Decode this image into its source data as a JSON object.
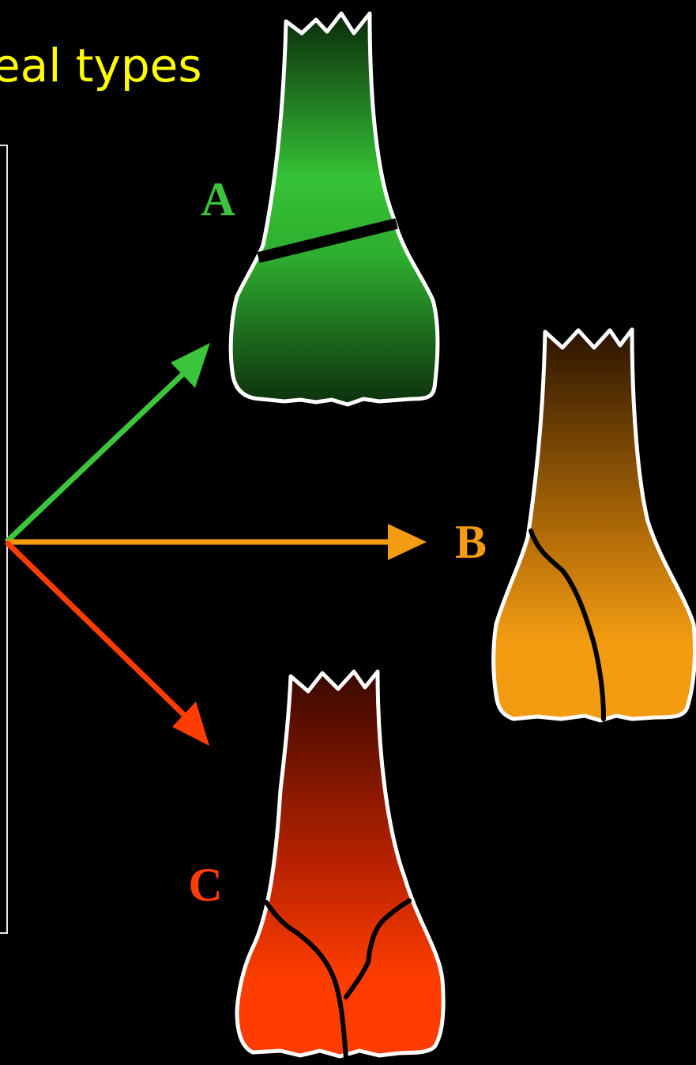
{
  "title": "eal types",
  "colors": {
    "background": "#000000",
    "title": "#ffff00",
    "type_a": "#3cc53c",
    "type_b": "#f39c12",
    "type_c": "#ff3d00",
    "outline": "#ffffff",
    "fracture": "#000000"
  },
  "labels": {
    "a": "A",
    "b": "B",
    "c": "C"
  }
}
